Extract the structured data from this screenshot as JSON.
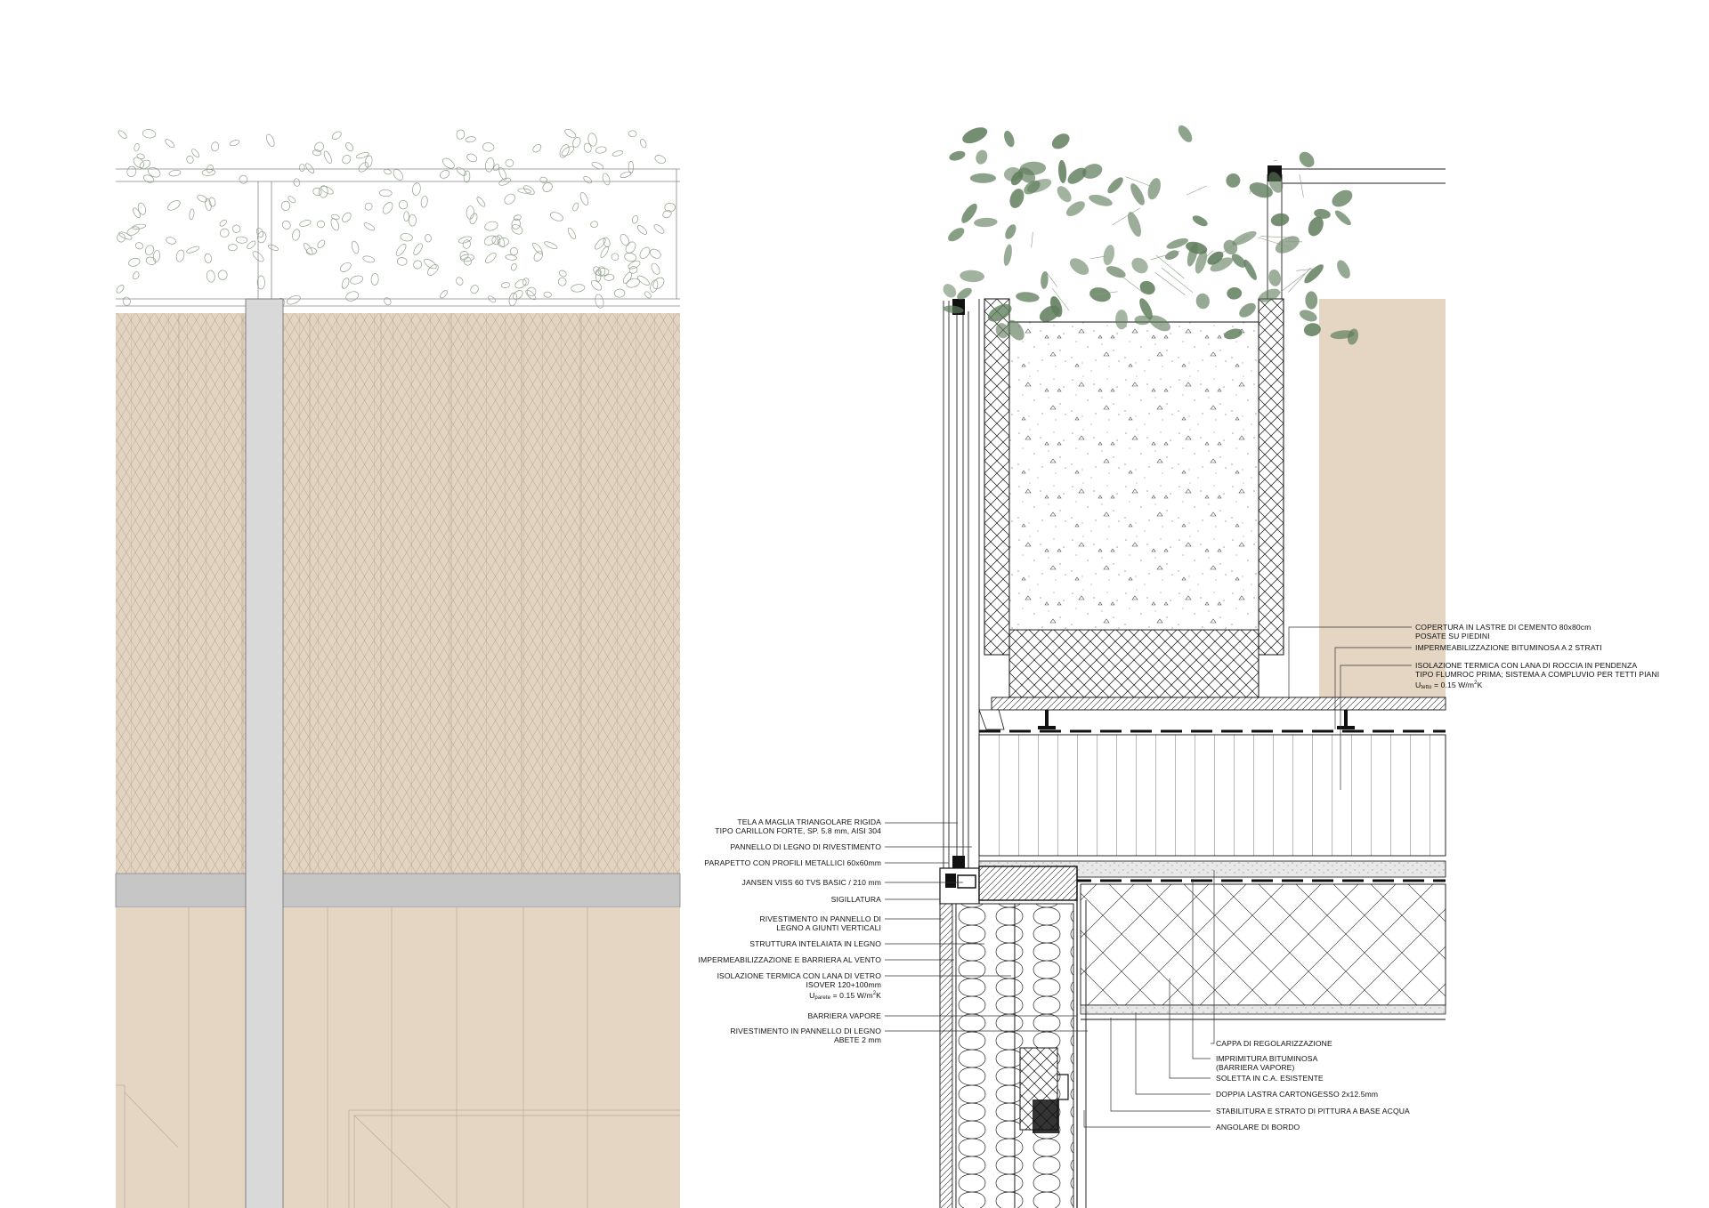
{
  "colors": {
    "timber": "#e4d6c3",
    "timber_light": "#eadfce",
    "steel_gray": "#c6c6c6",
    "post_gray": "#d9d9d9",
    "leaf_green": "#5f7d5c",
    "line": "#1a1a1a",
    "mesh_line": "#9d9d9d"
  },
  "labels_left": [
    {
      "id": "tela",
      "lines": [
        "TELA A MAGLIA TRIANGOLARE RIGIDA",
        "TIPO CARILLON FORTE, SP. 5.8 mm, AISI 304"
      ]
    },
    {
      "id": "pannello-legno",
      "lines": [
        "PANNELLO DI LEGNO DI RIVESTIMENTO"
      ]
    },
    {
      "id": "parapetto",
      "lines": [
        "PARAPETTO CON PROFILI METALLICI 60x60mm"
      ]
    },
    {
      "id": "jansen",
      "lines": [
        "JANSEN VISS 60 TVS BASIC / 210 mm"
      ]
    },
    {
      "id": "sigillatura",
      "lines": [
        "SIGILLATURA"
      ]
    },
    {
      "id": "rivestimento-giunti",
      "lines": [
        "RIVESTIMENTO IN PANNELLO DI",
        "LEGNO A GIUNTI VERTICALI"
      ]
    },
    {
      "id": "struttura",
      "lines": [
        "STRUTTURA INTELAIATA IN LEGNO"
      ]
    },
    {
      "id": "impermeabilizzazione-vento",
      "lines": [
        "IMPERMEABILIZZAZIONE E BARRIERA AL VENTO"
      ]
    },
    {
      "id": "isolazione-vetro",
      "lines": [
        "ISOLAZIONE TERMICA CON LANA DI VETRO",
        "ISOVER 120+100mm"
      ]
    },
    {
      "id": "barriera-vapore",
      "lines": [
        "BARRIERA VAPORE"
      ]
    },
    {
      "id": "rivestimento-abete",
      "lines": [
        "RIVESTIMENTO IN PANNELLO DI LEGNO",
        "ABETE 2 mm"
      ]
    }
  ],
  "u_parete": {
    "u": "U",
    "sub": "parete",
    "value": " = 0.15 W/m",
    "sup": "2",
    "unit": "K"
  },
  "labels_right_top": [
    {
      "id": "copertura",
      "lines": [
        "COPERTURA IN LASTRE DI CEMENTO 80x80cm",
        "POSATE SU PIEDINI"
      ]
    },
    {
      "id": "impermeabilizzazione-bituminosa",
      "lines": [
        "IMPERMEABILIZZAZIONE BITUMINOSA A 2 STRATI"
      ]
    },
    {
      "id": "isolazione-roccia",
      "lines": [
        "ISOLAZIONE TERMICA CON LANA DI ROCCIA IN PENDENZA",
        "TIPO FLUMROC PRIMA; SISTEMA A COMPLUVIO PER TETTI PIANI"
      ]
    }
  ],
  "u_tetto": {
    "u": "U",
    "sub": "tetto",
    "value": " = 0.15 W/m",
    "sup": "2",
    "unit": "K"
  },
  "labels_right_bottom": [
    {
      "id": "cappa",
      "lines": [
        "CAPPA DI REGOLARIZZAZIONE"
      ]
    },
    {
      "id": "imprimitura",
      "lines": [
        "IMPRIMITURA BITUMINOSA",
        "(BARRIERA VAPORE)"
      ]
    },
    {
      "id": "soletta",
      "lines": [
        "SOLETTA IN C.A. ESISTENTE"
      ]
    },
    {
      "id": "doppia-lastra",
      "lines": [
        "DOPPIA LASTRA CARTONGESSO 2x12.5mm"
      ]
    },
    {
      "id": "stabilitura",
      "lines": [
        "STABILITURA E STRATO DI PITTURA A BASE ACQUA"
      ]
    },
    {
      "id": "angolare",
      "lines": [
        "ANGOLARE DI BORDO"
      ]
    }
  ]
}
